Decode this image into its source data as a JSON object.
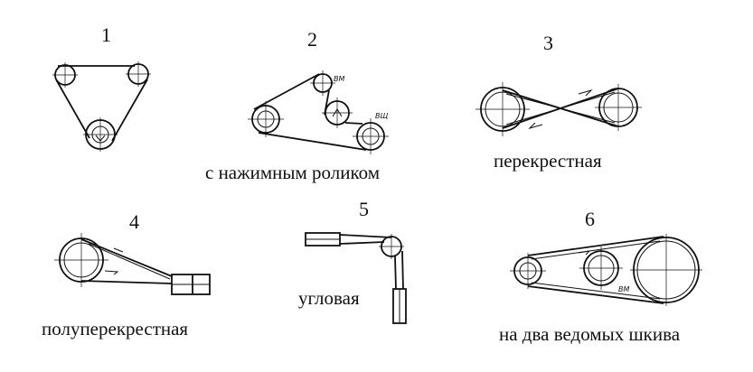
{
  "diagrams": [
    {
      "number": "1",
      "caption": ""
    },
    {
      "number": "2",
      "caption": "с  нажимным роликом",
      "labels": [
        "ВМ",
        "ВЩ"
      ]
    },
    {
      "number": "3",
      "caption": "перекрестная"
    },
    {
      "number": "4",
      "caption": "полуперекрестная"
    },
    {
      "number": "5",
      "caption": "угловая"
    },
    {
      "number": "6",
      "caption": "на два ведомых шкива",
      "labels": [
        "ВМ"
      ]
    }
  ]
}
